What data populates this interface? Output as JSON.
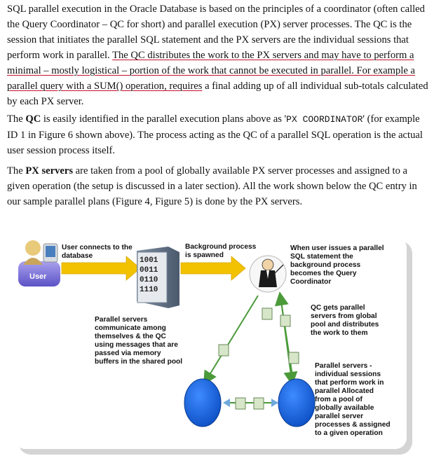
{
  "paragraphs": {
    "p1": {
      "a": "SQL parallel execution in the Oracle Database is based on the principles of a coordinator (often called the Query Coordinator – QC for short) and parallel execution (PX) server processes. The QC is the session that initiates the parallel SQL statement and the PX servers are the individual sessions that perform work in parallel. ",
      "b": "The QC distributes the work to the PX servers and may have to perform a minimal – mostly logistical – portion of the work that cannot be executed in parallel. For example a parallel query with a SUM() operation, requires",
      "c": " a final adding up of all individual sub-totals calculated by each PX server."
    },
    "p2": {
      "a": "The ",
      "qc": "QC",
      "b": " is easily identified in the parallel execution plans above as '",
      "code": "PX COORDINATOR",
      "c": "' (for example ID 1 in Figure 6 shown above). The process acting as the QC of a parallel SQL operation is the actual user session process itself."
    },
    "p3": {
      "a": "The ",
      "px": "PX servers",
      "b": " are taken from a pool of globally available PX server processes and assigned to a given operation (the setup is discussed in a later section). All the work shown below the QC entry in our sample parallel plans (Figure 4, Figure 5) is done by the PX servers."
    }
  },
  "diagram": {
    "user_label": "User",
    "binary": [
      "1001",
      "0011",
      "0110",
      "1110"
    ],
    "label_user_connects": [
      "User connects to the",
      "database"
    ],
    "label_background": [
      "Background process",
      "is spawned"
    ],
    "label_when_user": [
      "When user issues a parallel",
      "SQL statement the",
      "background process",
      "becomes the Query",
      "Coordinator"
    ],
    "label_qc_gets": [
      "QC gets parallel",
      "servers from global",
      "pool and distributes",
      "the work to them"
    ],
    "label_communicate": [
      "Parallel servers",
      "communicate among",
      "themselves & the QC",
      "using messages that are",
      "passed via memory",
      "buffers in the shared pool"
    ],
    "label_parallel_servers": [
      "Parallel servers -",
      "individual sessions",
      "that perform work in",
      "parallel Allocated",
      "from a pool of",
      "globally available",
      "parallel server",
      "processes & assigned",
      "to a given operation"
    ],
    "colors": {
      "arrow": "#f2c200",
      "px_server": "#1f6fe0",
      "user_box": "#7b6fd6",
      "cpu": "#5a6b80"
    }
  }
}
